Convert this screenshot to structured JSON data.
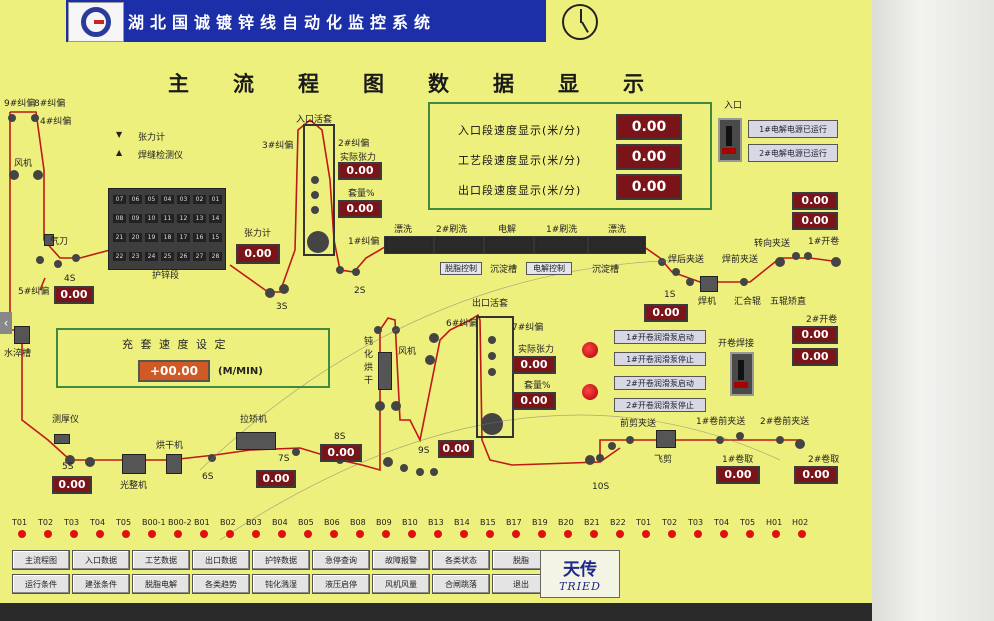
{
  "header": {
    "title": "湖北国诚镀锌线自动化监控系统"
  },
  "main_title": "主流程图数据显示",
  "speeds": {
    "rows": [
      {
        "label": "入口段速度显示(米/分)",
        "value": "0.00"
      },
      {
        "label": "工艺段速度显示(米/分)",
        "value": "0.00"
      },
      {
        "label": "出口段速度显示(米/分)",
        "value": "0.00"
      }
    ]
  },
  "loop_setting": {
    "title": "充 套 速 度 设 定",
    "value": "+00.00",
    "unit": "(M/MIN)"
  },
  "entry": {
    "label": "入口",
    "btn1": "1#电解电源已运行",
    "btn2": "2#电解电源已运行"
  },
  "legend": {
    "tension": "张力计",
    "weld": "焊缝检测仪"
  },
  "labels": {
    "uncoiler1": "1#开卷",
    "uncoiler2": "2#开卷",
    "weld_machine": "焊机",
    "merge": "汇合辊",
    "straighten": "五辊矫直",
    "pre_weld_feed": "焊前夹送",
    "post_weld_feed": "焊后夹送",
    "steer_feed": "转向夹送",
    "s1": "1S",
    "s2": "2S",
    "s3": "3S",
    "s4": "4S",
    "s5": "5S",
    "s6": "6S",
    "s7": "7S",
    "s8": "8S",
    "s9": "9S",
    "s10": "10S",
    "cb1": "1#纠偏",
    "cb2": "2#纠偏",
    "cb3": "3#纠偏",
    "cb4": "4#纠偏",
    "cb5": "5#纠偏",
    "cb6": "6#纠偏",
    "cb7": "7#纠偏",
    "cb8": "8#纠偏",
    "cb9": "9#纠偏",
    "entry_loop": "入口活套",
    "exit_loop": "出口活套",
    "actual_tension1": "实际张力",
    "loop_pct1": "套量%",
    "actual_tension2": "实际张力",
    "loop_pct2": "套量%",
    "tension_meter": "张力计",
    "guard_section": "护锌段",
    "air_knife": "气刀",
    "fan": "风机",
    "water_tank": "水淬槽",
    "thickness": "测厚仪",
    "polisher": "光整机",
    "dryer": "烘干机",
    "leveler": "拉矫机",
    "passiv_dry": "钝化烘干",
    "fan2": "风机",
    "deg_rinse": "漂洗",
    "brush2": "2#刷洗",
    "electro": "电解",
    "brush1": "1#刷洗",
    "rinse": "漂洗",
    "soft_water": "沉淀槽",
    "pre_clean": "沉淀槽",
    "ctrl1": "脱脂控制",
    "ctrl2": "电解控制",
    "shear": "飞剪",
    "front_feed": "前剪夹送",
    "coiler1_feed": "1#卷前夹送",
    "coiler2_feed": "2#卷前夹送",
    "coiler1": "1#卷取",
    "coiler2": "2#卷取",
    "coil_weld": "开卷焊接"
  },
  "values": {
    "entry_tension": "0.00",
    "entry_loop": "0.00",
    "tension_meter": "0.00",
    "s4": "0.00",
    "s5": "0.00",
    "s1": "0.00",
    "s8": "0.00",
    "s7": "0.00",
    "s9": "0.00",
    "exit_tension": "0.00",
    "exit_loop": "0.00",
    "unc1a": "0.00",
    "unc1b": "0.00",
    "unc2a": "0.00",
    "unc2b": "0.00",
    "coiler1": "0.00",
    "coiler2": "0.00"
  },
  "grid_cells": [
    "07",
    "06",
    "05",
    "04",
    "03",
    "02",
    "01",
    "08",
    "09",
    "10",
    "11",
    "12",
    "13",
    "14",
    "21",
    "20",
    "19",
    "18",
    "17",
    "16",
    "15",
    "22",
    "23",
    "24",
    "25",
    "26",
    "27",
    "28"
  ],
  "fan_buttons": [
    "1#开卷润滑泵启动",
    "1#开卷润滑泵停止",
    "2#开卷润滑泵启动",
    "2#开卷润滑泵停止"
  ],
  "ticks": [
    "T01",
    "T02",
    "T03",
    "T04",
    "T05",
    "B00-1",
    "B00-2",
    "B01",
    "B02",
    "B03",
    "B04",
    "B05",
    "B06",
    "B08",
    "B09",
    "B10",
    "B13",
    "B14",
    "B15",
    "B17",
    "B19",
    "B20",
    "B21",
    "B22",
    "T01",
    "T02",
    "T03",
    "T04",
    "T05",
    "H01",
    "H02"
  ],
  "nav": {
    "row1": [
      "主流程图",
      "入口数据",
      "工艺数据",
      "出口数据",
      "护锌数据",
      "急停查询",
      "故障报警",
      "各类状态",
      "脱脂"
    ],
    "row2": [
      "运行条件",
      "建张条件",
      "脱脂电解",
      "各类趋势",
      "钝化溅湿",
      "液压启停",
      "风机风量",
      "合闸跳落",
      "退出"
    ]
  },
  "brand": {
    "cn": "天传",
    "en": "TRIED"
  },
  "colors": {
    "screen": "#eef07e",
    "header": "#1d2fa8",
    "value_bg": "#7a1418",
    "indicator": "#d11",
    "strip": "#c01818"
  }
}
